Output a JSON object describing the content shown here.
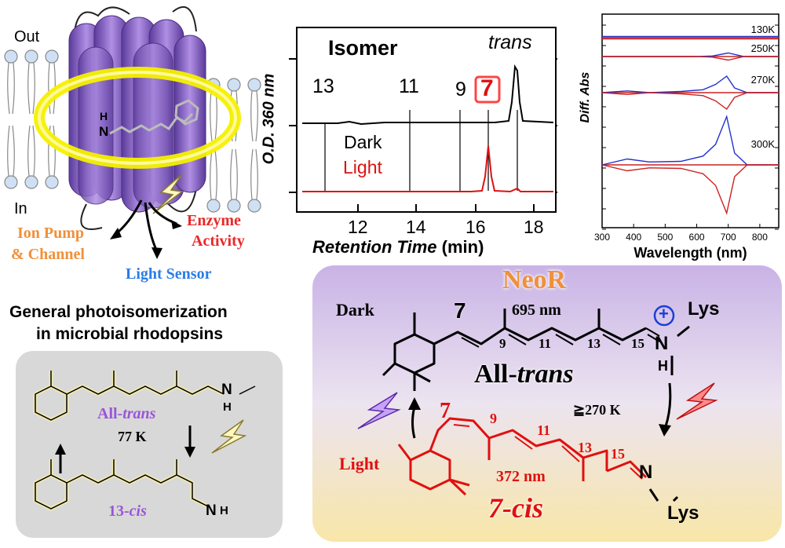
{
  "membrane": {
    "out_label": "Out",
    "in_label": "In",
    "chromophore_n": "N",
    "chromophore_h": "H",
    "pathway_ion_pump": "Ion Pump",
    "pathway_channel": "& Channel",
    "pathway_enzyme": "Enzyme",
    "pathway_activity": "Activity",
    "pathway_sensor": "Light Sensor",
    "colors": {
      "protein": "#8a63c8",
      "halo": "#f5f000",
      "pump": "#f0903a",
      "enzyme": "#e8282a",
      "sensor": "#2a7de8"
    }
  },
  "general": {
    "title_line1": "General photoisomerization",
    "title_line2": "in microbial rhodopsins",
    "all_trans_prefix": "All-",
    "all_trans_italic": "trans",
    "temperature": "77 K",
    "cis_prefix": "13-",
    "cis_italic": "cis",
    "nh_top_n": "N",
    "nh_top_h": "H",
    "nh_bottom_n": "N",
    "nh_bottom_h": "H"
  },
  "hplc": {
    "isomer_label": "Isomer",
    "trans_label": "trans",
    "isomers": [
      "13",
      "11",
      "9"
    ],
    "highlight_isomer": "7",
    "dark_label": "Dark",
    "light_label": "Light",
    "ylabel": "O.D. 360 nm",
    "xlabel_italic": "Retention Time",
    "xlabel_unit": " (min)",
    "x_ticks": [
      "12",
      "14",
      "16",
      "18"
    ]
  },
  "chart_data": {
    "type": "line",
    "xlabel": "Wavelength (nm)",
    "ylabel": "Diff. Abs",
    "xlim": [
      300,
      860
    ],
    "x_ticks": [
      300,
      400,
      500,
      600,
      700,
      800
    ],
    "series": [
      {
        "name": "130K",
        "x": [
          300,
          400,
          500,
          600,
          650,
          700,
          750,
          860
        ],
        "y": [
          0.02,
          0.02,
          0.02,
          0.02,
          0.02,
          0.02,
          0.02,
          0.02
        ]
      },
      {
        "name": "250K",
        "x": [
          300,
          400,
          500,
          600,
          650,
          700,
          750,
          860
        ],
        "y": [
          0.0,
          0.0,
          0.0,
          0.0,
          0.01,
          0.06,
          0.0,
          0.0
        ]
      },
      {
        "name": "270K",
        "x": [
          300,
          380,
          450,
          550,
          620,
          660,
          695,
          720,
          760,
          860
        ],
        "y": [
          0.0,
          0.03,
          0.0,
          0.02,
          0.05,
          0.14,
          0.28,
          0.08,
          0.0,
          0.0
        ]
      },
      {
        "name": "300K",
        "x": [
          300,
          380,
          450,
          550,
          620,
          660,
          695,
          720,
          760,
          860
        ],
        "y": [
          0.0,
          0.1,
          0.05,
          0.06,
          0.15,
          0.35,
          0.82,
          0.2,
          0.0,
          0.0
        ]
      }
    ],
    "colors": {
      "blue": "#2233cc",
      "red": "#cc2222"
    }
  },
  "neor": {
    "title": "NeoR",
    "dark_label": "Dark",
    "light_label": "Light",
    "num_7_top": "7",
    "wavelength_dark": "695 nm",
    "num_9_top": "9",
    "num_11_top": "11",
    "num_13_top": "13",
    "num_15_top": "15",
    "plus": "+",
    "n_top": "N",
    "h_top": "H",
    "lys_top": "Lys",
    "all_trans_prefix": "All-",
    "all_trans_italic": "trans",
    "threshold": "≧270 K",
    "num_7_bottom": "7",
    "num_9_bottom": "9",
    "num_11_bottom": "11",
    "num_13_bottom": "13",
    "num_15_bottom": "15",
    "wavelength_light": "372 nm",
    "n_bottom": "N",
    "lys_bottom": "Lys",
    "cis_label": "7-cis"
  }
}
